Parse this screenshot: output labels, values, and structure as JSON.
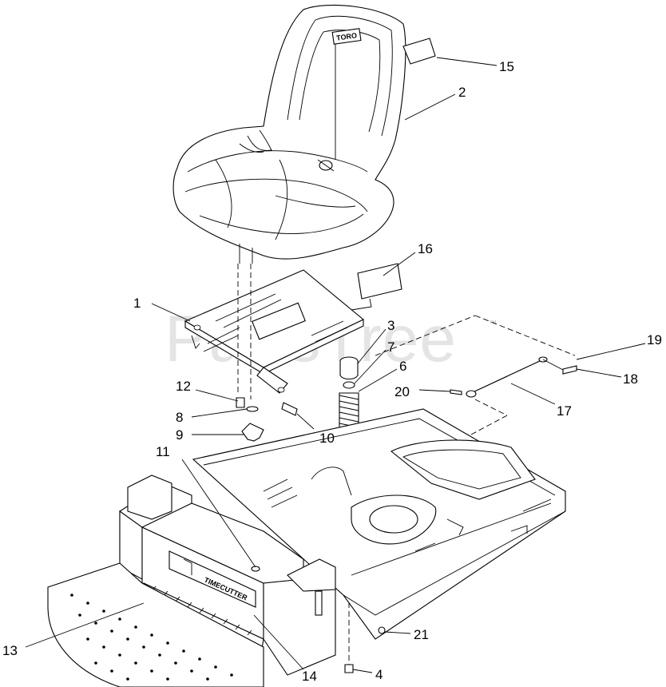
{
  "diagram": {
    "watermark": "PartsTree",
    "watermark_tm": "™",
    "seat_logo_text": "TORO",
    "panel_logo_text": "TIMECUTTER",
    "callouts": {
      "c1": "1",
      "c2": "2",
      "c3": "3",
      "c4": "4",
      "c5": "15",
      "c6": "6",
      "c7": "7",
      "c8": "8",
      "c9": "9",
      "c10": "10",
      "c11": "11",
      "c12": "12",
      "c13": "13",
      "c14": "14",
      "c16": "16",
      "c17": "17",
      "c18": "18",
      "c19": "19",
      "c20": "20",
      "c21": "21"
    }
  }
}
